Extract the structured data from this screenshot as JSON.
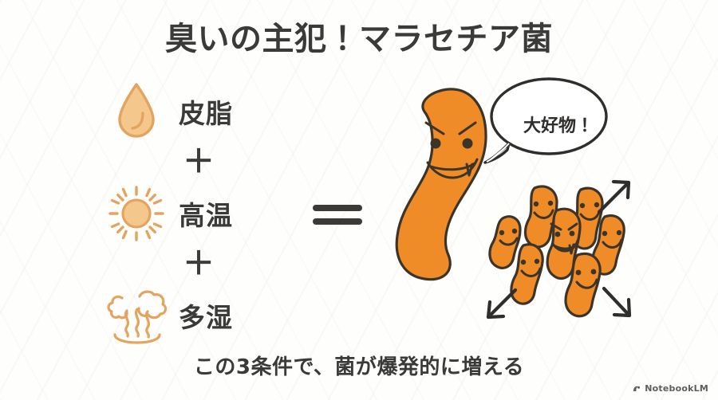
{
  "title": "臭いの主犯！マラセチア菌",
  "caption": "この3条件で、菌が爆発的に増える",
  "operators": {
    "plus": "＋",
    "equals": "="
  },
  "conditions": [
    {
      "icon": "oil-droplet-icon",
      "label": "皮脂"
    },
    {
      "icon": "sun-icon",
      "label": "高温"
    },
    {
      "icon": "steam-hotspring-icon",
      "label": "多湿"
    }
  ],
  "illustration": {
    "speech_bubble": "大好物！",
    "main_microbe": "malassezia-evil-face",
    "colony_count": 7,
    "arrows": [
      "arrow-up-right",
      "arrow-down-left",
      "arrow-down-right"
    ]
  },
  "colors": {
    "microbe_fill": "#F08C28",
    "microbe_outline": "#3D3428",
    "icon_fill": "#F3C589",
    "icon_outline": "#E3A45F",
    "text": "#3A3A38",
    "background": "#FEFEFD"
  },
  "watermark": {
    "label": "NotebookLM",
    "icon": "notebooklm-logo-icon"
  }
}
